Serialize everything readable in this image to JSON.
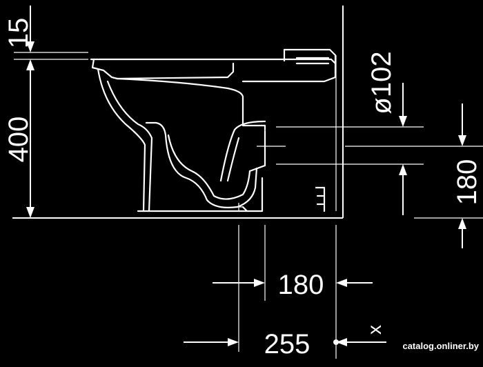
{
  "drawing": {
    "subject": "floor-standing toilet, side section with dimensions",
    "dimensions": {
      "rim_offset": "15",
      "height": "400",
      "outlet_diameter": "ø102",
      "outlet_height": "180",
      "outlet_horizontal": "180",
      "outlet_from_bowl": "255",
      "wall_marker": "x"
    }
  },
  "watermark": "catalog.onliner.by"
}
